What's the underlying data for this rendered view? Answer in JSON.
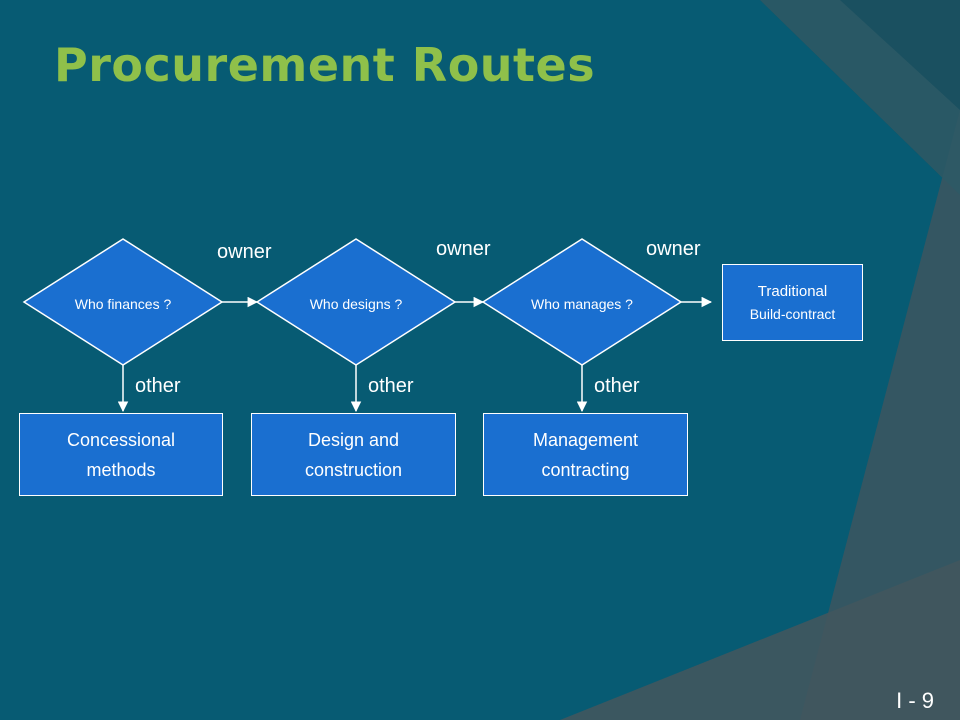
{
  "slide": {
    "title": "Procurement Routes",
    "page_number": "I - 9",
    "colors": {
      "background": "#075b73",
      "title": "#8fc04a",
      "shape_fill": "#1a6fd0",
      "shape_stroke": "#ffffff"
    }
  },
  "diagram": {
    "decisions": [
      {
        "question": "Who finances ?"
      },
      {
        "question": "Who designs ?"
      },
      {
        "question": "Who manages ?"
      }
    ],
    "owner_label": "owner",
    "other_label": "other",
    "outcomes": [
      {
        "line1": "Concessional",
        "line2": "methods"
      },
      {
        "line1": "Design and",
        "line2": "construction"
      },
      {
        "line1": "Management",
        "line2": "contracting"
      }
    ],
    "final": {
      "line1": "Traditional",
      "line2": "Build-contract"
    }
  }
}
